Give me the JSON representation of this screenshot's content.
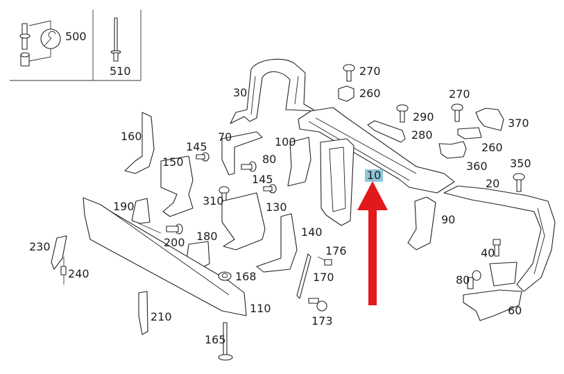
{
  "diagram": {
    "title": "Front end frame assembly parts diagram",
    "inset_labels": [
      "500",
      "510"
    ],
    "highlight": {
      "label": "10",
      "color": "#8fc5d8"
    },
    "arrow": {
      "color": "#e3181c",
      "points_to": "10"
    },
    "parts": [
      {
        "id": "p500",
        "label": "500"
      },
      {
        "id": "p510",
        "label": "510"
      },
      {
        "id": "p270a",
        "label": "270"
      },
      {
        "id": "p260a",
        "label": "260"
      },
      {
        "id": "p30",
        "label": "30"
      },
      {
        "id": "p270b",
        "label": "270"
      },
      {
        "id": "p290",
        "label": "290"
      },
      {
        "id": "p370",
        "label": "370"
      },
      {
        "id": "p280",
        "label": "280"
      },
      {
        "id": "p260b",
        "label": "260"
      },
      {
        "id": "p360",
        "label": "360"
      },
      {
        "id": "p350",
        "label": "350"
      },
      {
        "id": "p160",
        "label": "160"
      },
      {
        "id": "p70",
        "label": "70"
      },
      {
        "id": "p100",
        "label": "100"
      },
      {
        "id": "p145a",
        "label": "145"
      },
      {
        "id": "p80a",
        "label": "80"
      },
      {
        "id": "p150",
        "label": "150"
      },
      {
        "id": "p145b",
        "label": "145"
      },
      {
        "id": "p10",
        "label": "10"
      },
      {
        "id": "p20",
        "label": "20"
      },
      {
        "id": "p310",
        "label": "310"
      },
      {
        "id": "p130",
        "label": "130"
      },
      {
        "id": "p190",
        "label": "190"
      },
      {
        "id": "p90",
        "label": "90"
      },
      {
        "id": "p200",
        "label": "200"
      },
      {
        "id": "p180",
        "label": "180"
      },
      {
        "id": "p140",
        "label": "140"
      },
      {
        "id": "p230",
        "label": "230"
      },
      {
        "id": "p176",
        "label": "176"
      },
      {
        "id": "p40",
        "label": "40"
      },
      {
        "id": "p240",
        "label": "240"
      },
      {
        "id": "p168",
        "label": "168"
      },
      {
        "id": "p170",
        "label": "170"
      },
      {
        "id": "p80b",
        "label": "80"
      },
      {
        "id": "p110",
        "label": "110"
      },
      {
        "id": "p60",
        "label": "60"
      },
      {
        "id": "p210",
        "label": "210"
      },
      {
        "id": "p173",
        "label": "173"
      },
      {
        "id": "p165",
        "label": "165"
      }
    ]
  }
}
